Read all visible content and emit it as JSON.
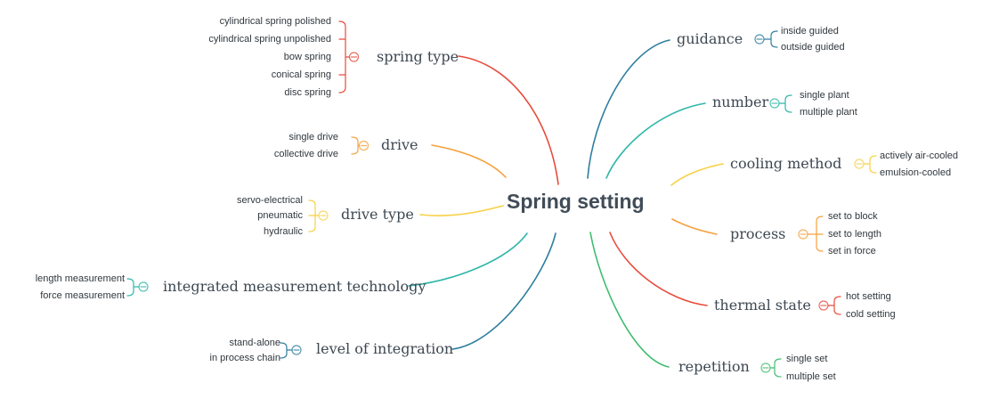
{
  "title": "Spring setting",
  "colors": {
    "red": "#e84b3c",
    "orange": "#f5a03b",
    "yellow": "#f8d046",
    "teal": "#2eb6a8",
    "blue": "#2e7f9e",
    "green": "#3fbd6e",
    "topic_text": "#414c57",
    "node_text": "#3d4852",
    "leaf_text": "#30373d"
  },
  "left": [
    {
      "label": "spring type",
      "color": "red",
      "leaves": [
        "cylindrical spring polished",
        "cylindrical spring unpolished",
        "bow spring",
        "conical spring",
        "disc spring"
      ]
    },
    {
      "label": "drive",
      "color": "orange",
      "leaves": [
        "single drive",
        "collective drive"
      ]
    },
    {
      "label": "drive type",
      "color": "yellow",
      "leaves": [
        "servo-electrical",
        "pneumatic",
        "hydraulic"
      ]
    },
    {
      "label": "integrated measurement technology",
      "color": "teal",
      "leaves": [
        "length measurement",
        "force measurement"
      ]
    },
    {
      "label": "level of integration",
      "color": "blue",
      "leaves": [
        "stand-alone",
        "in process chain"
      ]
    }
  ],
  "right": [
    {
      "label": "guidance",
      "color": "blue",
      "leaves": [
        "inside guided",
        "outside guided"
      ]
    },
    {
      "label": "number",
      "color": "teal",
      "leaves": [
        "single plant",
        "multiple plant"
      ]
    },
    {
      "label": "cooling method",
      "color": "yellow",
      "leaves": [
        "actively air-cooled",
        "emulsion-cooled"
      ]
    },
    {
      "label": "process",
      "color": "orange",
      "leaves": [
        "set to block",
        "set to length",
        "set in force"
      ]
    },
    {
      "label": "thermal state",
      "color": "red",
      "leaves": [
        "hot setting",
        "cold setting"
      ]
    },
    {
      "label": "repetition",
      "color": "green",
      "leaves": [
        "single set",
        "multiple set"
      ]
    }
  ]
}
